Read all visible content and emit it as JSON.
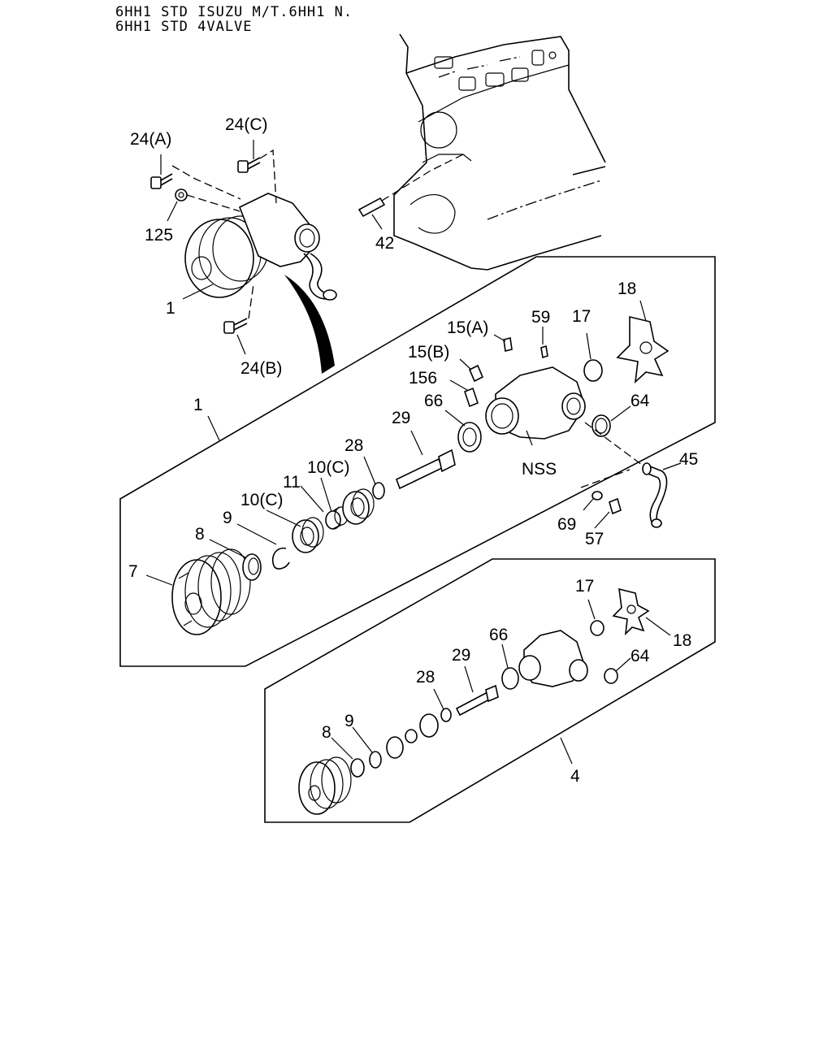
{
  "header": {
    "line1": "6HH1 STD ISUZU M/T.6HH1 N.",
    "line2": "6HH1 STD 4VALVE"
  },
  "callouts": {
    "c24a_top": "24(A)",
    "c24c_top": "24(C)",
    "c125": "125",
    "c42": "42",
    "c1_assy": "1",
    "c24b": "24(B)",
    "c1_box": "1",
    "c18_top": "18",
    "c17_top": "17",
    "c59": "59",
    "c15a": "15(A)",
    "c15b": "15(B)",
    "c156": "156",
    "c66_top": "66",
    "c29_top": "29",
    "c64_top": "64",
    "c28_top": "28",
    "c10c_a": "10(C)",
    "c11": "11",
    "c10c_b": "10(C)",
    "c9_top": "9",
    "c8_top": "8",
    "c7": "7",
    "cnss": "NSS",
    "c45": "45",
    "c69": "69",
    "c57": "57",
    "c17_bot": "17",
    "c18_bot": "18",
    "c66_bot": "66",
    "c29_bot": "29",
    "c64_bot": "64",
    "c28_bot": "28",
    "c9_bot": "9",
    "c8_bot": "8",
    "c4": "4"
  }
}
